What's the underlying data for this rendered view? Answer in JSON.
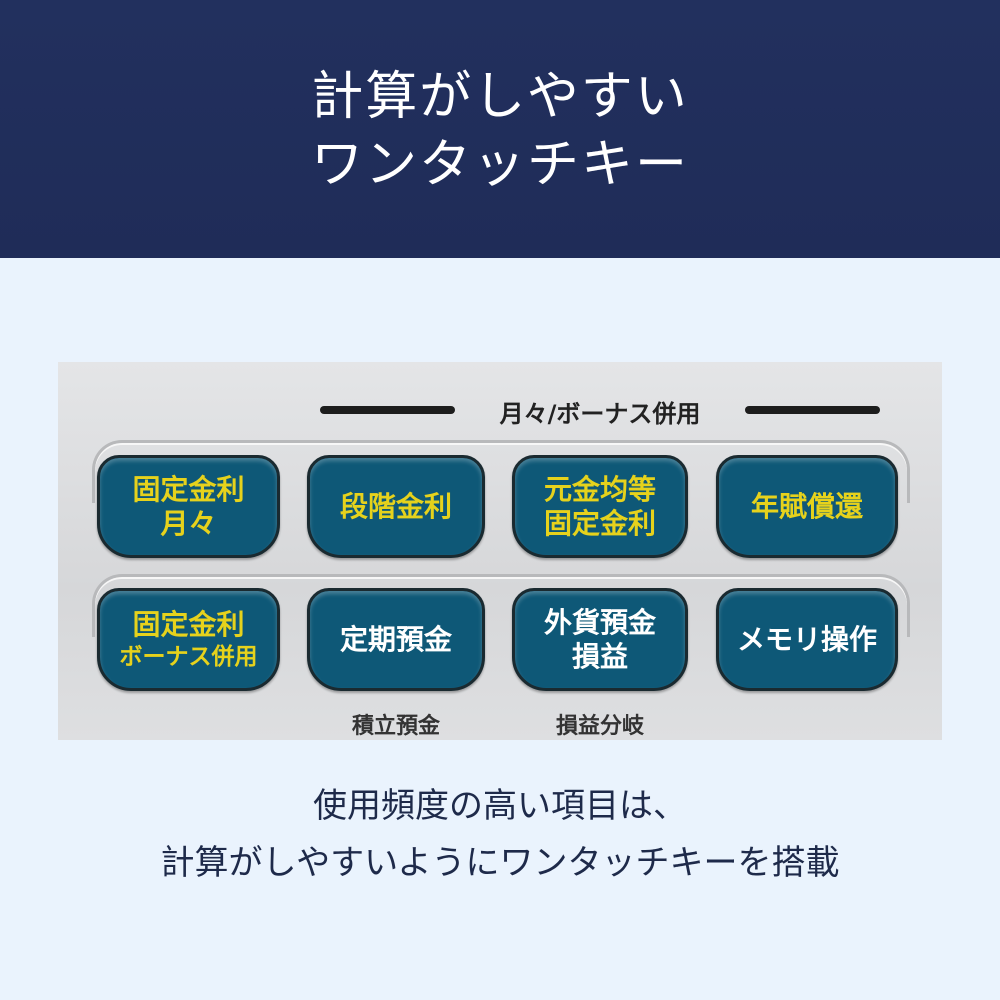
{
  "header": {
    "title_line1": "計算がしやすい",
    "title_line2": "ワンタッチキー"
  },
  "panel": {
    "group_label": "月々/ボーナス併用",
    "keys": [
      {
        "line1": "固定金利",
        "line2": "月々"
      },
      {
        "line1": "段階金利",
        "line2": ""
      },
      {
        "line1": "元金均等",
        "line2": "固定金利"
      },
      {
        "line1": "年賦償還",
        "line2": ""
      },
      {
        "line1": "固定金利",
        "line2": "ボーナス併用"
      },
      {
        "line1": "定期預金",
        "line2": ""
      },
      {
        "line1": "外貨預金",
        "line2": "損益"
      },
      {
        "line1": "メモリ操作",
        "line2": ""
      }
    ],
    "sub_labels": [
      "積立預金",
      "損益分岐"
    ]
  },
  "caption": {
    "line1": "使用頻度の高い項目は、",
    "line2": "計算がしやすいようにワンタッチキーを搭載"
  },
  "colors": {
    "header": "#22305e",
    "background": "#eaf3fd",
    "key": "#0e5877",
    "key_text_yellow": "#e6d21c"
  }
}
